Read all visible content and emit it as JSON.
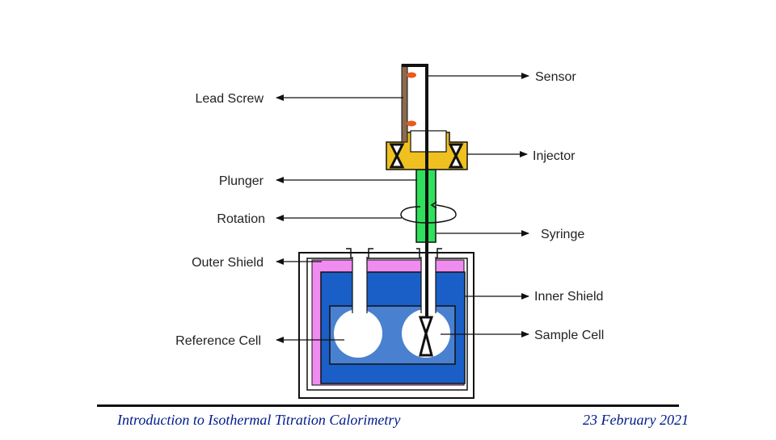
{
  "labels": {
    "sensor": "Sensor",
    "lead_screw": "Lead Screw",
    "injector": "Injector",
    "plunger": "Plunger",
    "rotation": "Rotation",
    "syringe": "Syringe",
    "outer_shield": "Outer Shield",
    "inner_shield": "Inner Shield",
    "reference_cell": "Reference Cell",
    "sample_cell": "Sample Cell"
  },
  "footer": {
    "title": "Introduction to Isothermal Titration Calorimetry",
    "date": "23 February 2021"
  },
  "colors": {
    "outer_shield": "#f08cf0",
    "inner_shield": "#1a5ec8",
    "cell_region": "#4a80d0",
    "syringe": "#2ee05a",
    "injector": "#f0c020",
    "sensor_dot": "#e85a1e",
    "lead_screw": "#8b6a4e",
    "footer_text": "#001a8c"
  }
}
